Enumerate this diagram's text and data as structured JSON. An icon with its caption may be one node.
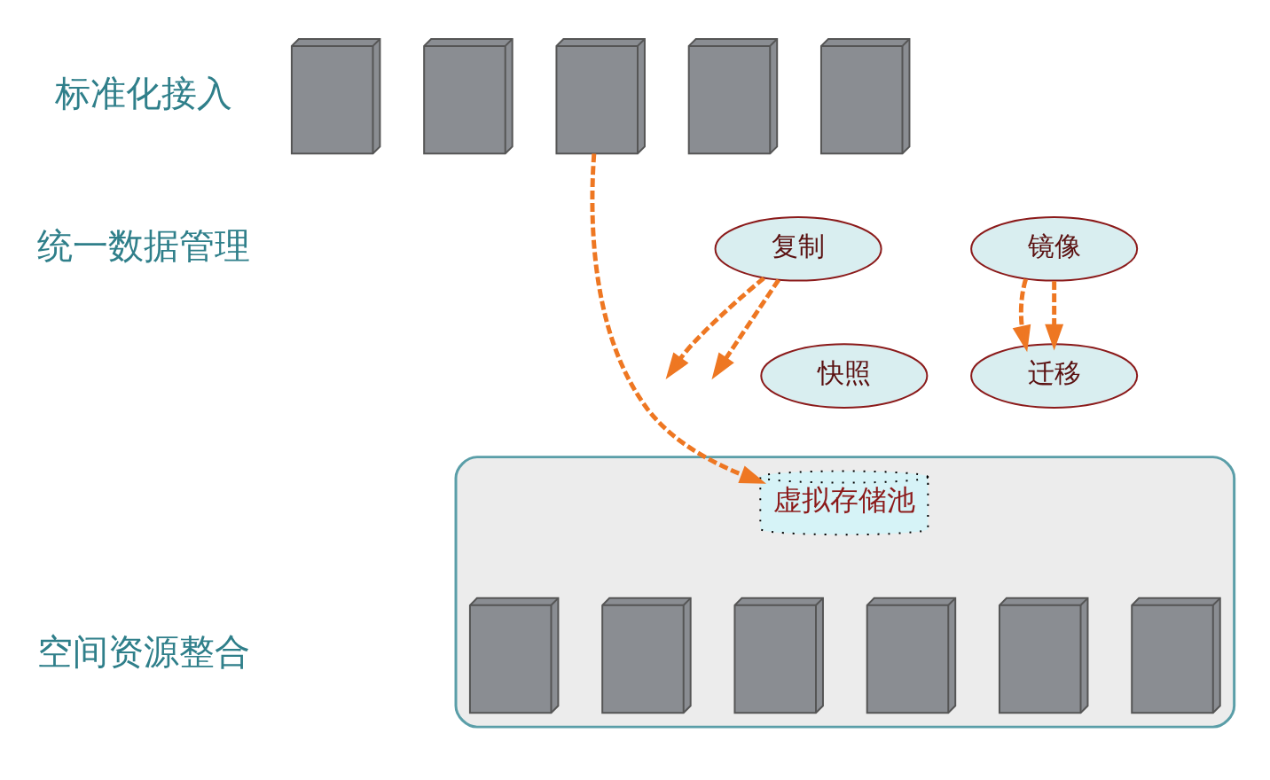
{
  "diagram": {
    "nodes": [
      {
        "text": [],
        "shape": "picture"
      },
      {
        "text": [],
        "shape": "picture"
      },
      {
        "text": [],
        "shape": "picture"
      },
      {
        "text": [],
        "shape": "picture"
      },
      {
        "text": [],
        "shape": "picture"
      },
      {
        "text": [
          "复制"
        ]
      },
      {
        "text": [
          "镜像"
        ]
      },
      {
        "text": [
          "快照"
        ]
      },
      {
        "text": [
          "迁移"
        ]
      },
      {
        "text": [],
        "shape": "ellipse"
      },
      {
        "text": [
          "虚拟存储池"
        ],
        "in": 9
      },
      {
        "text": [],
        "shape": "picture",
        "in": 9
      },
      {
        "text": [],
        "shape": "picture",
        "in": 9
      },
      {
        "text": [],
        "shape": "picture",
        "in": 9
      },
      {
        "text": [],
        "shape": "picture",
        "in": 9
      },
      {
        "text": [],
        "shape": "picture",
        "in": 9
      },
      {
        "text": [],
        "shape": "picture",
        "in": 9
      }
    ],
    "edges": [
      {
        "from": 2,
        "to": 10,
        "arrow": "to",
        "style": "dashed"
      },
      {
        "from": 5,
        "to": null,
        "arrow": "to",
        "style": "dashed"
      },
      {
        "from": 5,
        "to": null,
        "arrow": "to",
        "style": "dashed"
      },
      {
        "from": 6,
        "to": 8,
        "arrow": "to",
        "style": "dashed"
      },
      {
        "from": 6,
        "to": 8,
        "arrow": "to",
        "style": "dashed"
      }
    ],
    "labels": [
      "标准化接入",
      "统一数据管理",
      "空间资源整合"
    ]
  }
}
